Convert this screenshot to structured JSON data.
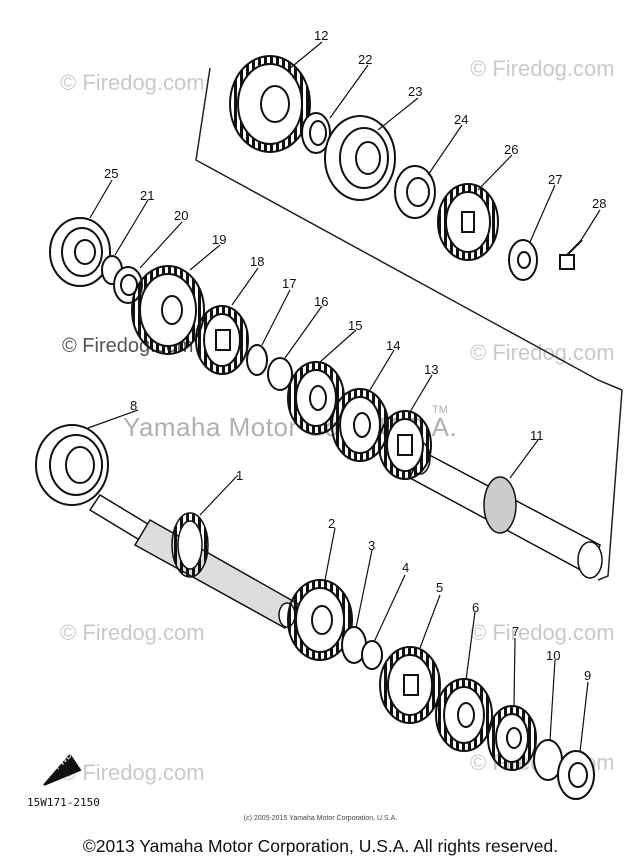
{
  "watermarks": [
    "© Firedog.com",
    "© Firedog.com",
    "© Firedog.com",
    "© Firedog.com",
    "© Firedog.com",
    "© Firedog.com",
    "© Firedog.com",
    "© Firedog.com"
  ],
  "brand_watermark": "Yamaha Motor Corp. U.S.A.",
  "tm": "TM",
  "part_code": "15W171-2150",
  "fwd_label": "FWD",
  "small_copyright": "(c) 2005-2015 Yamaha Motor Corporation, U.S.A.",
  "main_copyright": "©2013 Yamaha Motor Corporation, U.S.A. All rights reserved.",
  "callouts": [
    "1",
    "2",
    "3",
    "4",
    "5",
    "6",
    "7",
    "8",
    "9",
    "10",
    "11",
    "12",
    "13",
    "14",
    "15",
    "16",
    "17",
    "18",
    "19",
    "20",
    "21",
    "22",
    "23",
    "24",
    "25",
    "26",
    "27",
    "28"
  ]
}
